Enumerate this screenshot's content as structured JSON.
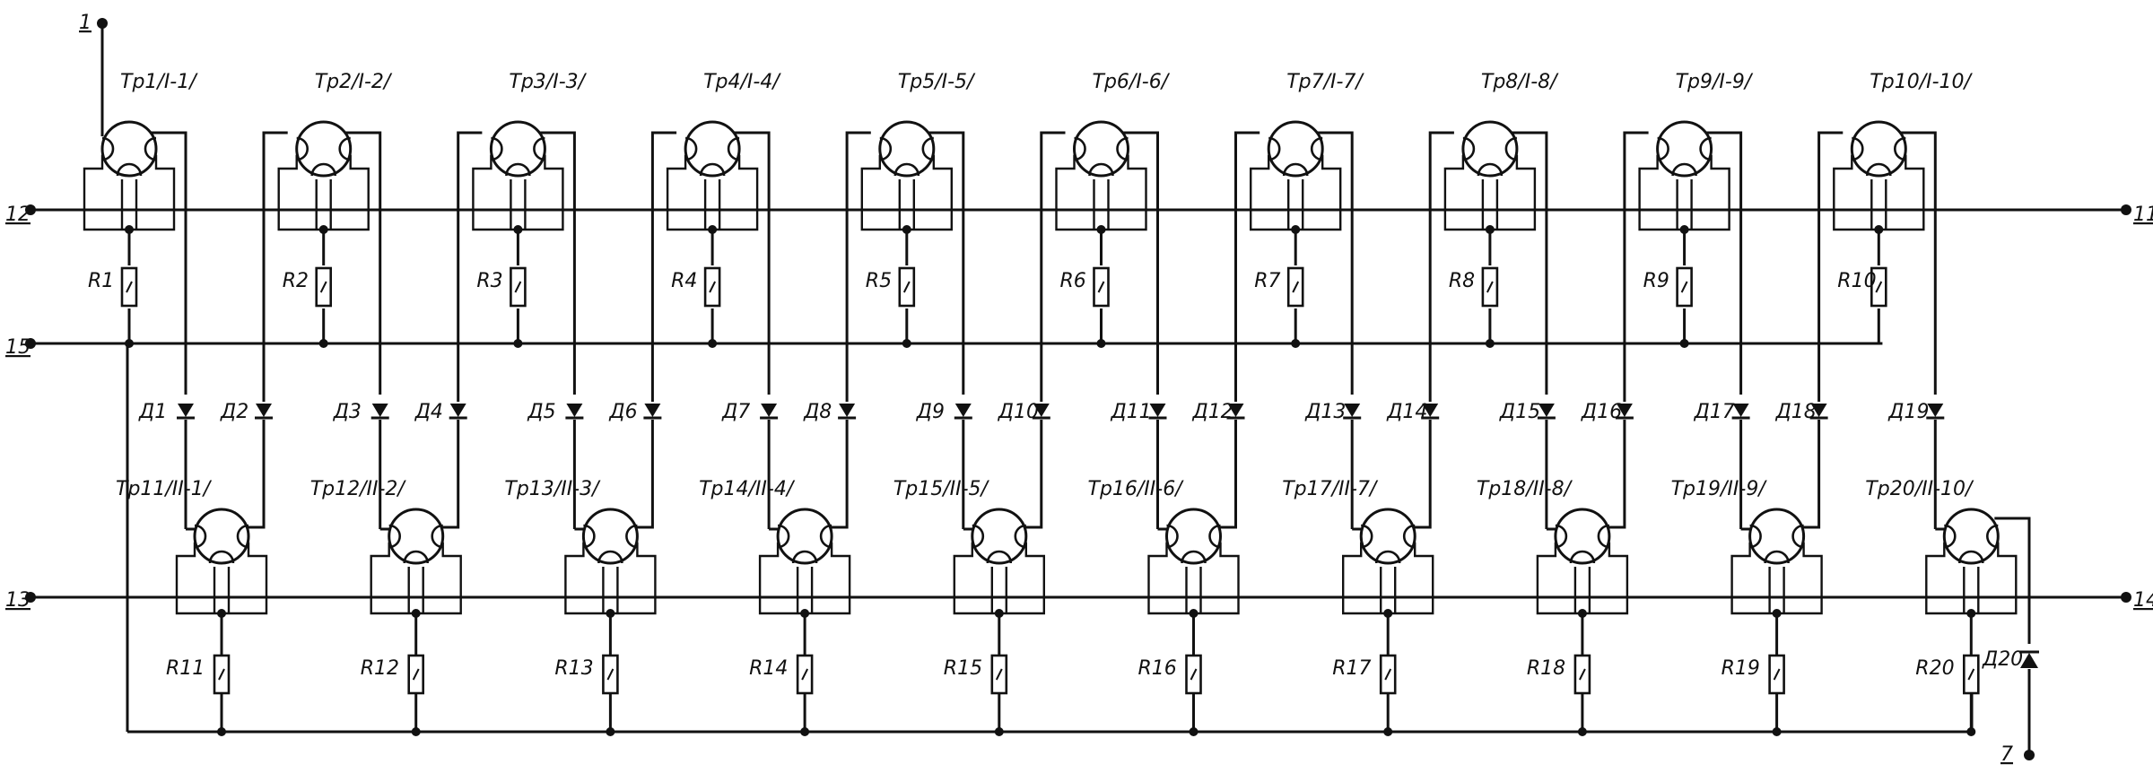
{
  "terminals": {
    "t1": "1",
    "t12": "12",
    "t11": "11",
    "t15": "15",
    "t13": "13",
    "t14": "14",
    "t7": "7"
  },
  "top_transistors": [
    "Тр1/I-1/",
    "Тр2/I-2/",
    "Тр3/I-3/",
    "Тр4/I-4/",
    "Тр5/I-5/",
    "Тр6/I-6/",
    "Тр7/I-7/",
    "Тр8/I-8/",
    "Тр9/I-9/",
    "Тр10/I-10/"
  ],
  "bottom_transistors": [
    "Тр11/II-1/",
    "Тр12/II-2/",
    "Тр13/II-3/",
    "Тр14/II-4/",
    "Тр15/II-5/",
    "Тр16/II-6/",
    "Тр17/II-7/",
    "Тр18/II-8/",
    "Тр19/II-9/",
    "Тр20/II-10/"
  ],
  "top_resistors": [
    "R1",
    "R2",
    "R3",
    "R4",
    "R5",
    "R6",
    "R7",
    "R8",
    "R9",
    "R10"
  ],
  "bottom_resistors": [
    "R11",
    "R12",
    "R13",
    "R14",
    "R15",
    "R16",
    "R17",
    "R18",
    "R19",
    "R20"
  ],
  "diodes": [
    "Д1",
    "Д2",
    "Д3",
    "Д4",
    "Д5",
    "Д6",
    "Д7",
    "Д8",
    "Д9",
    "Д10",
    "Д11",
    "Д12",
    "Д13",
    "Д14",
    "Д15",
    "Д16",
    "Д17",
    "Д18",
    "Д19"
  ],
  "diode_extra": "Д20"
}
